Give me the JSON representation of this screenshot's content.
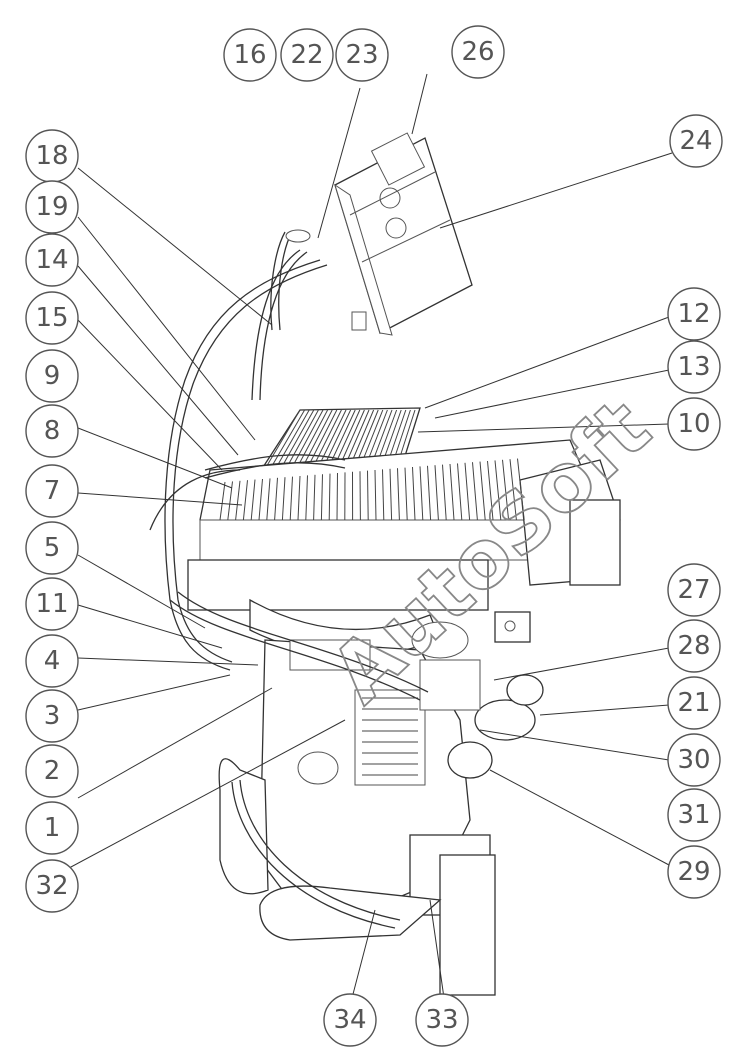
{
  "watermark": "AutoSoft",
  "callouts": [
    "16",
    "22",
    "23",
    "26",
    "24",
    "18",
    "19",
    "14",
    "15",
    "9",
    "8",
    "7",
    "5",
    "11",
    "4",
    "3",
    "2",
    "1",
    "32",
    "12",
    "13",
    "10",
    "27",
    "28",
    "21",
    "30",
    "31",
    "29",
    "34",
    "33"
  ]
}
